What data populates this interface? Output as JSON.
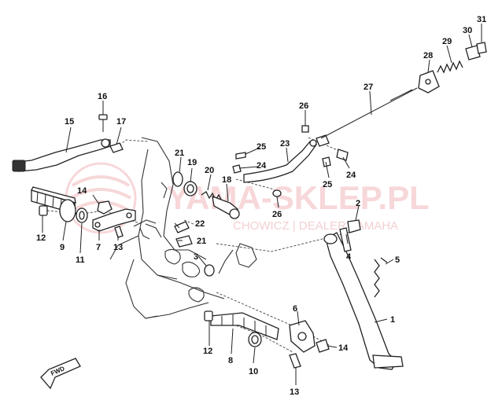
{
  "watermark": {
    "brand": "YAMA-SKLEP.PL",
    "dealer": "CHOWICZ | DEALER YAMAHA"
  },
  "direction_arrow": "FWD",
  "callouts": [
    "1",
    "2",
    "3",
    "4",
    "5",
    "6",
    "7",
    "8",
    "9",
    "10",
    "11",
    "12",
    "12",
    "13",
    "13",
    "14",
    "14",
    "15",
    "16",
    "17",
    "18",
    "19",
    "20",
    "21",
    "21",
    "22",
    "23",
    "24",
    "24",
    "25",
    "25",
    "26",
    "26",
    "27",
    "28",
    "29",
    "30",
    "31"
  ]
}
